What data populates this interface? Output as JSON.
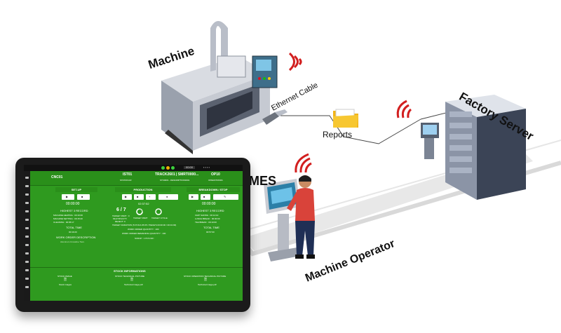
{
  "labels": {
    "machine": "Machine",
    "ethernet": "Ethernet Cable",
    "reports": "Reports",
    "server": "Factory Server",
    "mes": "MES",
    "operator": "Machine Operator"
  },
  "colors": {
    "screen_green": "#2f9a1f",
    "wifi_red": "#d21f1f",
    "folder": "#f2b418"
  },
  "icons": [
    "cnc-machine-icon",
    "wifi-icon",
    "ethernet-plug-icon",
    "folder-icon",
    "server-rack-icon",
    "operator-icon",
    "kiosk-icon"
  ],
  "mes_screen": {
    "header": {
      "machine": "CNC01",
      "station": "IST01",
      "station_sub": "STATION-IR",
      "track": "TRACK2601 | SMRT0000...",
      "track_sub": "STK0001 - DESCRIPTION0001",
      "op": "OP10",
      "op_sub": "OPERATION01"
    },
    "setup": {
      "title": "SET-UP",
      "timer": "00:00:00",
      "subtitle": "HIGHEST 3 RECORD",
      "records": [
        "MACHINE HEATING : 00:10:00",
        "MACHINE SETTING : 00:15:20",
        "CLEANING : 00:05:17"
      ],
      "total_label": "TOTAL TIME",
      "total": "00:40:20",
      "wo_label": "WORK ORDER DESCRIPTION",
      "wo": "Aluminum Crossline Tiers"
    },
    "production": {
      "title": "PRODUCTION",
      "count": "6 / 7",
      "count_note": "TARGET PART : 0",
      "multi": "MULTIPLICITY",
      "reject": "REJECT: 0",
      "timer": "02:37:52",
      "target_part": "TARGET PART",
      "target_cycle": "TARGET CYCLE",
      "info1": "TARGET DURATION (5 PCS/1:25:05 / PIECE'S 00:00:30 / 00:01:00)",
      "info2": "WORK ORDER QUANTITY : 100",
      "info3": "WORK ORDER REMAINING QUANTITY : 100",
      "info4": "SCRAP : 1 PCS NR :"
    },
    "breakdown": {
      "title": "BREAKDOWN / STOP",
      "timer": "00:00:00",
      "subtitle": "HIGHEST 3 RECORD",
      "records": [
        "CHIP SAFING : 00:14:10",
        "LUNCH BREAK : 00:30:00",
        "TEA BREAK : 00:10:00"
      ],
      "total_label": "TOTAL TIME",
      "total": "00:57:00"
    },
    "stock": {
      "title": "STOCK INFORMATIONS",
      "cols": [
        {
          "label": "STOCK IMAGE",
          "file": "Stock images"
        },
        {
          "label": "STOCK TECHNICAL PICTURE",
          "file": "Technical image.pdf"
        },
        {
          "label": "STOCK OPERATION TECHNICAL PICTURE",
          "file": "Technical image.pdf"
        }
      ]
    },
    "topbar": {
      "field": "00:00"
    }
  }
}
